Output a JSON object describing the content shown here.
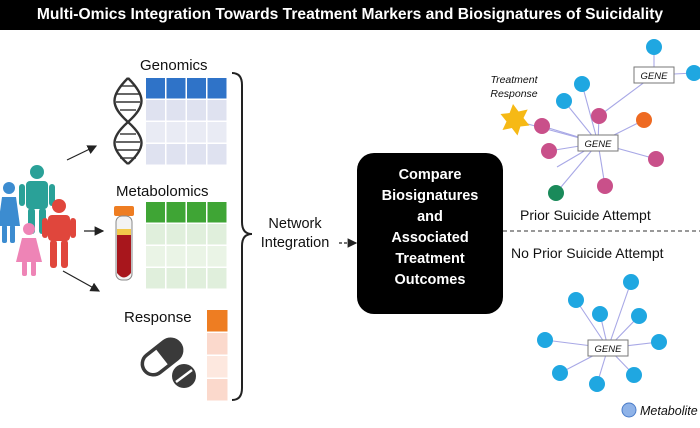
{
  "title": "Multi-Omics Integration Towards Treatment Markers and Biosignatures of Suicidality",
  "omics": [
    {
      "label": "Genomics"
    },
    {
      "label": "Metabolomics"
    },
    {
      "label": "Response"
    }
  ],
  "integration": {
    "line1": "Network",
    "line2": "Integration"
  },
  "compare_box": [
    "Compare",
    "Biosignatures",
    "and",
    "Associated",
    "Treatment",
    "Outcomes"
  ],
  "groups": {
    "prior": "Prior Suicide Attempt",
    "no_prior": "No Prior Suicide Attempt"
  },
  "network": {
    "gene_label": "GENE",
    "treatment_response": [
      "Treatment",
      "Response"
    ],
    "legend_metabolite": "Metabolite"
  },
  "colors": {
    "genomics": "#2f73c8",
    "metabolomics": "#3fa535",
    "response": "#ee7d22",
    "metabolite_node": "#1fa7e1",
    "pink_node": "#c9508a",
    "orange_node": "#ee6a22",
    "green_node": "#1a8a5a",
    "star": "#f6b915",
    "compare_box": "#000000"
  }
}
